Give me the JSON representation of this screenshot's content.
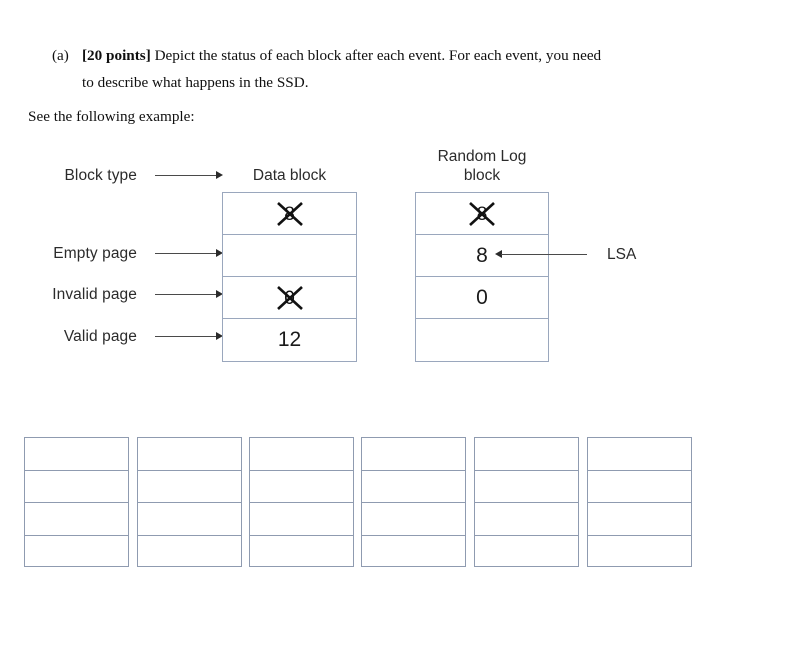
{
  "question": {
    "marker": "(a)",
    "points": "[20 points]",
    "line1": " Depict the status of each block after each event. For each event, you need",
    "line2": "to describe what happens in the SSD.",
    "see_example": "See the following example:"
  },
  "legend": {
    "block_type": "Block type",
    "empty_page": "Empty page",
    "invalid_page": "Invalid page",
    "valid_page": "Valid page"
  },
  "annotations": {
    "lsa": "LSA"
  },
  "colors": {
    "block_border": "#9aa7bd",
    "empty_block_border": "#8f9bb0",
    "text": "#2b2b2b",
    "arrow": "#4a4a4a"
  },
  "blocks": [
    {
      "name": "data-block",
      "title": "Data block",
      "title_lines": [
        "Data block"
      ],
      "cells": [
        {
          "state": "invalid",
          "value": "8"
        },
        {
          "state": "empty",
          "value": ""
        },
        {
          "state": "invalid",
          "value": "0"
        },
        {
          "state": "valid",
          "value": "12"
        }
      ]
    },
    {
      "name": "random-log-block",
      "title": "Random Log block",
      "title_lines": [
        "Random Log",
        "block"
      ],
      "cells": [
        {
          "state": "invalid",
          "value": "8"
        },
        {
          "state": "valid",
          "value": "8"
        },
        {
          "state": "valid",
          "value": "0"
        },
        {
          "state": "empty",
          "value": ""
        }
      ]
    }
  ],
  "answer_blocks": {
    "count": 6,
    "rows_per_block": 4
  }
}
